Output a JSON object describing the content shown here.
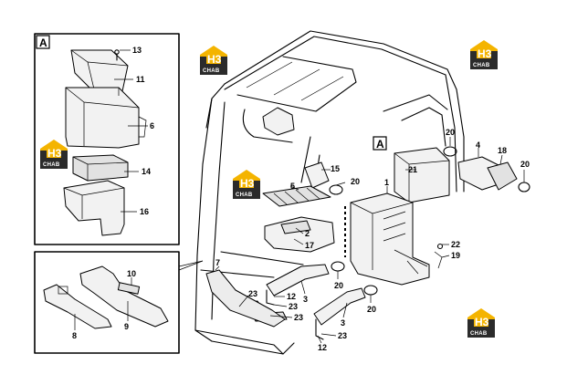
{
  "detail_labels": {
    "detail_a_box": "A",
    "detail_a_cab": "A"
  },
  "callouts": {
    "c13": "13",
    "c11": "11",
    "c6": "6",
    "c14": "14",
    "c16": "16",
    "c10": "10",
    "c9": "9",
    "c8": "8",
    "c15": "15",
    "c20a": "20",
    "c5": "5",
    "c21": "21",
    "c20b": "20",
    "c4": "4",
    "c18": "18",
    "c20c": "20",
    "c1": "1",
    "c2": "2",
    "c17": "17",
    "c22": "22",
    "c19": "19",
    "c7": "7",
    "c20d": "20",
    "c20e": "20",
    "c3a": "3",
    "c12a": "12",
    "c23a": "23",
    "c23b": "23",
    "c23c": "23",
    "c3b": "3",
    "c12b": "12",
    "c23d": "23"
  },
  "watermark": {
    "letters": "H3",
    "text": "CHAB",
    "accent": "#f4b400",
    "dark": "#2b2b2b"
  }
}
